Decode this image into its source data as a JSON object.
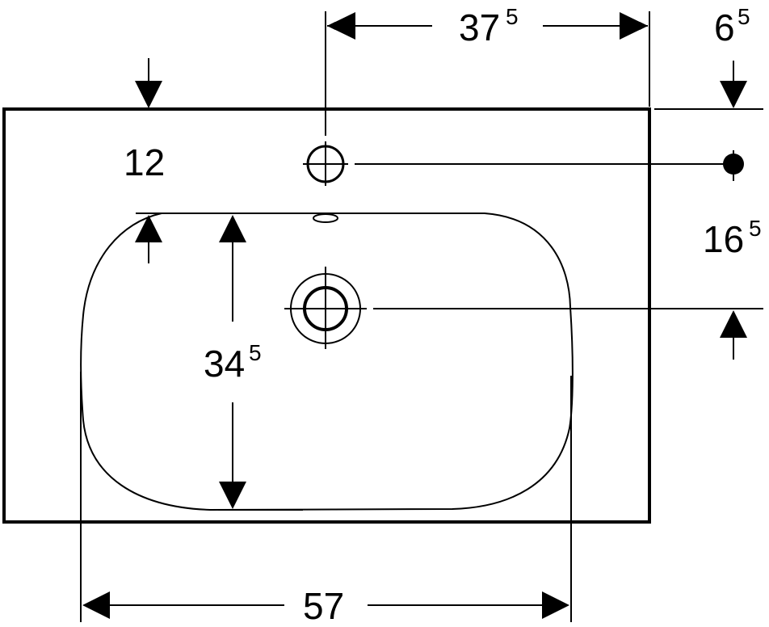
{
  "dimensions": {
    "tap_offset": {
      "main": "37",
      "sup": "5"
    },
    "rim_to_tap_axis": {
      "main": "6",
      "sup": "5"
    },
    "rim_thickness": {
      "main": "12",
      "sup": ""
    },
    "tap_to_drain": {
      "main": "16",
      "sup": "5"
    },
    "basin_depth": {
      "main": "34",
      "sup": "5"
    },
    "basin_width": {
      "main": "57",
      "sup": ""
    }
  },
  "colors": {
    "line": "#000000",
    "background": "#ffffff"
  }
}
